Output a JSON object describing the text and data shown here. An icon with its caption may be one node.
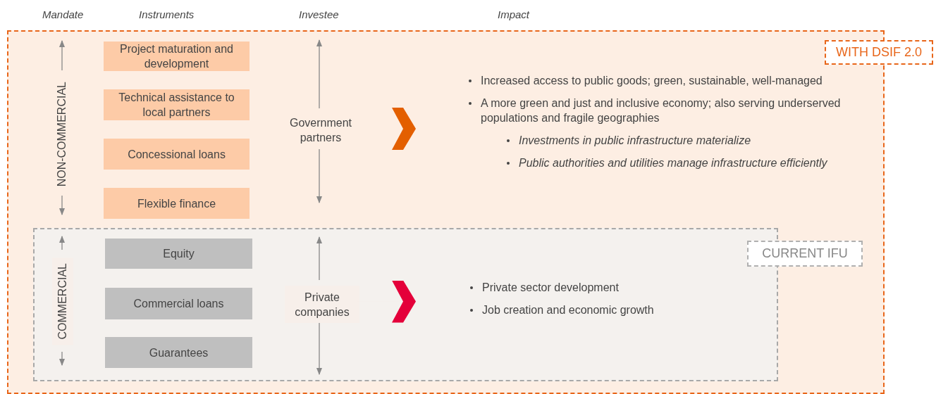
{
  "diagram": {
    "nodes": [
      {
        "text": [
          "WITH DSIF 2.0"
        ]
      },
      {
        "text": [
          "Project maturation and development"
        ],
        "in": 0
      },
      {
        "text": [
          "Technical assistance to local partners"
        ],
        "in": 0
      },
      {
        "text": [
          "Concessional loans"
        ],
        "in": 0
      },
      {
        "text": [
          "Flexible finance"
        ],
        "in": 0
      },
      {
        "text": [
          "Government partners"
        ],
        "in": 0
      },
      {
        "text": [
          "Increased access to public goods; green, sustainable, well-managed",
          "A more green and just and inclusive economy; also serving underserved populations and fragile geographies",
          "Investments in public infrastructure materialize",
          "Public authorities and utilities manage infrastructure efficiently"
        ],
        "in": 0
      },
      {
        "text": [
          "CURRENT IFU"
        ],
        "in": 0
      },
      {
        "text": [
          "Equity"
        ],
        "in": 7
      },
      {
        "text": [
          "Commercial loans"
        ],
        "in": 7
      },
      {
        "text": [
          "Guarantees"
        ],
        "in": 7
      },
      {
        "text": [
          "Private companies"
        ],
        "in": 7
      },
      {
        "text": [
          "Private sector development",
          "Job creation and economic growth"
        ],
        "in": 7
      }
    ],
    "edges": [
      {
        "from": 5,
        "to": 6,
        "arrow": "to",
        "color": "#e35f00"
      },
      {
        "from": 11,
        "to": 12,
        "arrow": "to",
        "color": "#e4003a"
      },
      {
        "from": 5,
        "to": null,
        "arrow": "to"
      },
      {
        "from": 5,
        "to": null,
        "arrow": "to"
      },
      {
        "from": 11,
        "to": null,
        "arrow": "to"
      },
      {
        "from": 11,
        "to": null,
        "arrow": "to"
      }
    ],
    "labels": [
      "Mandate",
      "Instruments",
      "Investee",
      "Impact",
      "NON-COMMERCIAL",
      "COMMERCIAL"
    ]
  }
}
